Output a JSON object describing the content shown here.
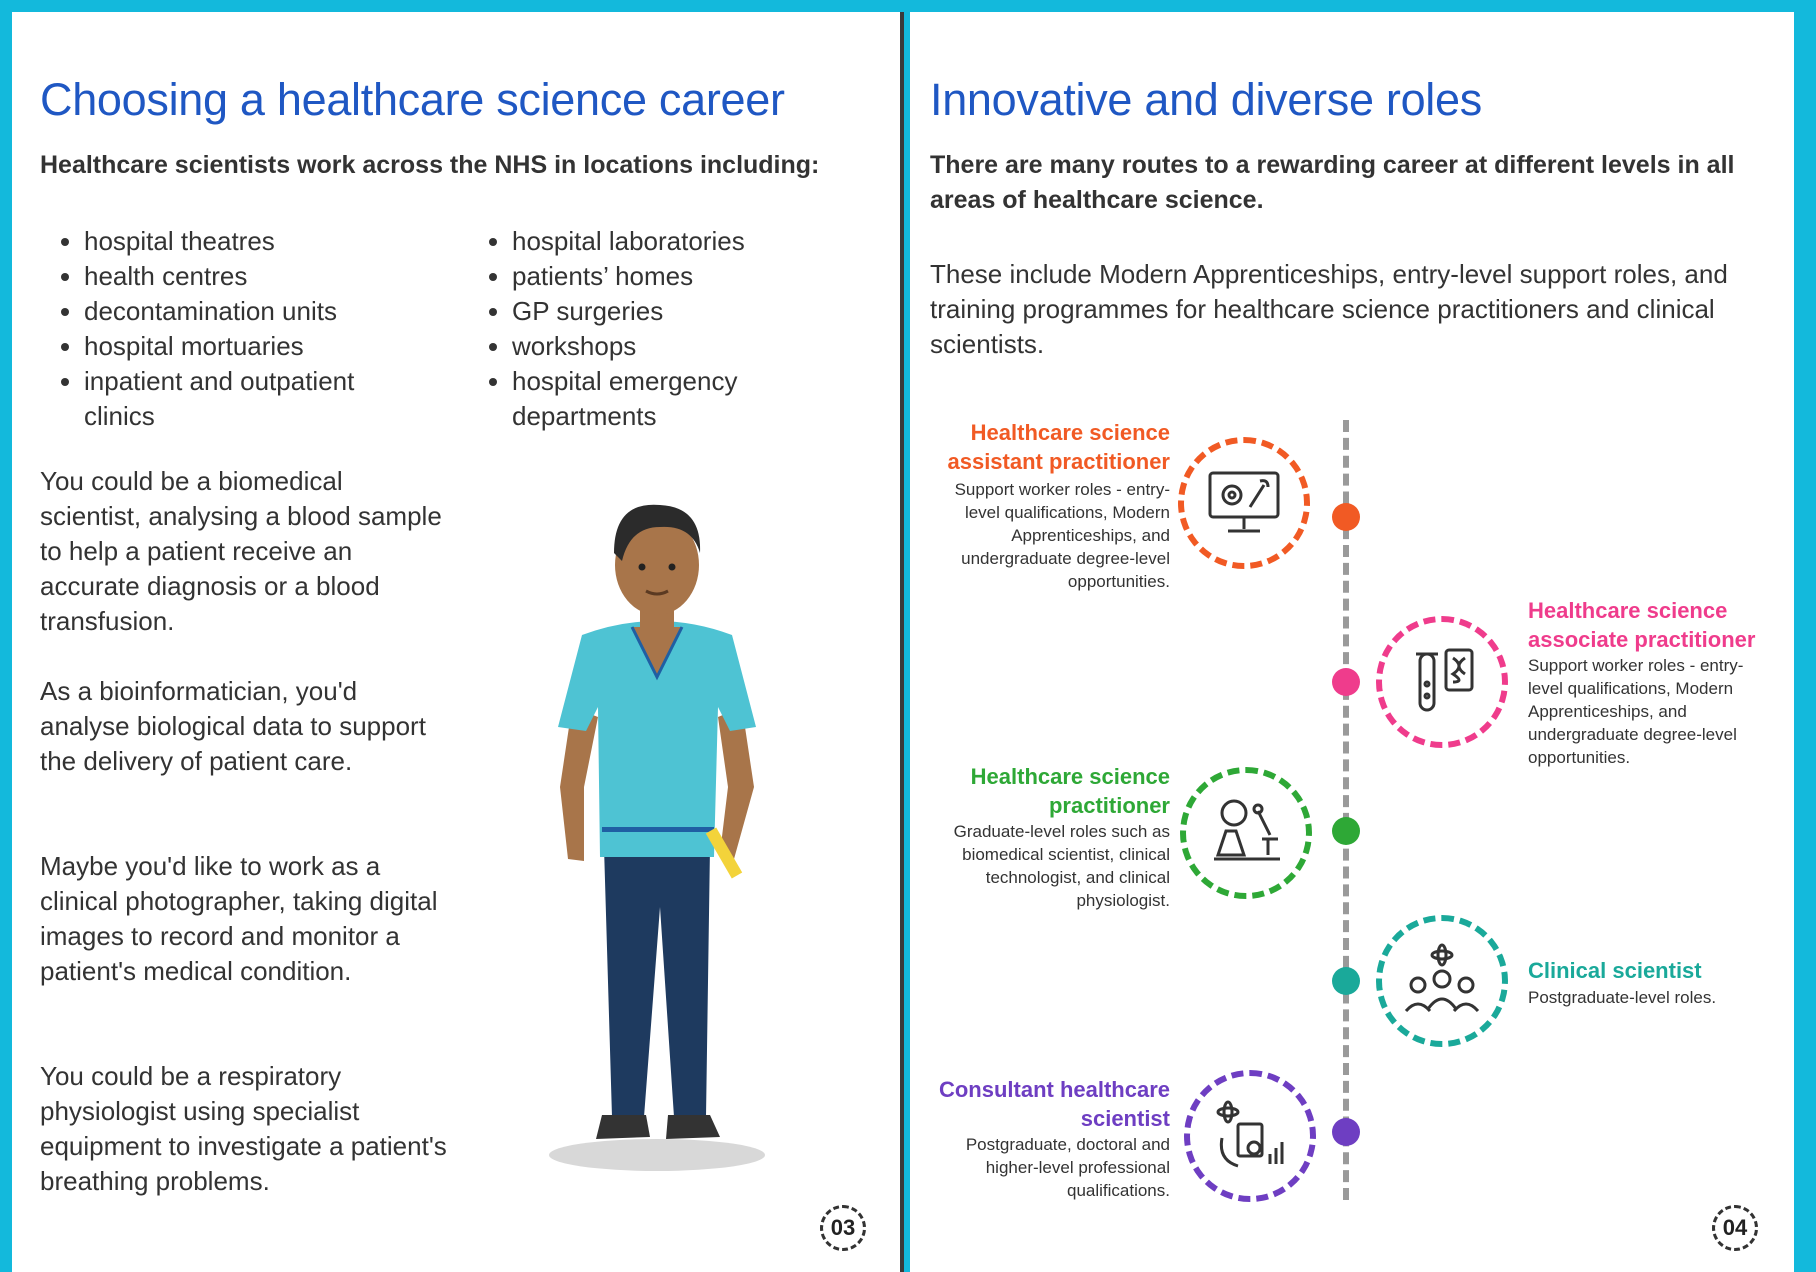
{
  "left_page": {
    "title": "Choosing a healthcare science career",
    "lead": "Healthcare scientists work across the NHS in locations including:",
    "locations_col1": [
      "hospital theatres",
      "health centres",
      "decontamination units",
      "hospital mortuaries",
      "inpatient and outpatient clinics"
    ],
    "locations_col2": [
      "hospital laboratories",
      "patients’ homes",
      "GP surgeries",
      "workshops",
      "hospital emergency departments"
    ],
    "paragraphs": [
      "You could be a biomedical scientist, analysing a blood sample to help a patient receive an accurate diagnosis or a blood transfusion.",
      "As a bioinformatician, you'd analyse biological data to support the delivery of patient care.",
      "Maybe you'd like to work as a clinical photographer, taking digital images to record and monitor a patient's medical condition.",
      "You could be a respiratory physiologist using specialist equipment to investigate a patient's breathing problems."
    ],
    "page_number": "03"
  },
  "right_page": {
    "title": "Innovative and diverse roles",
    "lead": "There are many routes to a rewarding career at different levels in all areas of healthcare science.",
    "intro": "These include Modern Apprenticeships, entry-level support roles, and training programmes for healthcare science practitioners and clinical scientists.",
    "roles": [
      {
        "title": "Healthcare science assistant practitioner",
        "description": "Support worker roles - entry-level qualifications, Modern Apprenticeships, and undergraduate degree-level opportunities.",
        "color": "#f15a24",
        "icon": "monitor-gear-wrench-icon"
      },
      {
        "title": "Healthcare science associate practitioner",
        "description": "Support worker roles - entry-level qualifications, Modern Apprenticeships, and undergraduate degree-level opportunities.",
        "color": "#ef3c8c",
        "icon": "test-tube-dna-icon"
      },
      {
        "title": "Healthcare science practitioner",
        "description": "Graduate-level roles such as biomedical scientist, clinical technologist, and clinical physiologist.",
        "color": "#2ea836",
        "icon": "microscope-flask-icon"
      },
      {
        "title": "Clinical scientist",
        "description": "Postgraduate-level roles.",
        "color": "#1aa99a",
        "icon": "scientists-atom-icon"
      },
      {
        "title": "Consultant healthcare scientist",
        "description": "Postgraduate, doctoral and higher-level professional qualifications.",
        "color": "#6e3ec2",
        "icon": "atom-document-chart-icon"
      }
    ],
    "page_number": "04"
  },
  "colors": {
    "background": "#13b9dc",
    "title": "#1f57c3",
    "text": "#333333"
  }
}
